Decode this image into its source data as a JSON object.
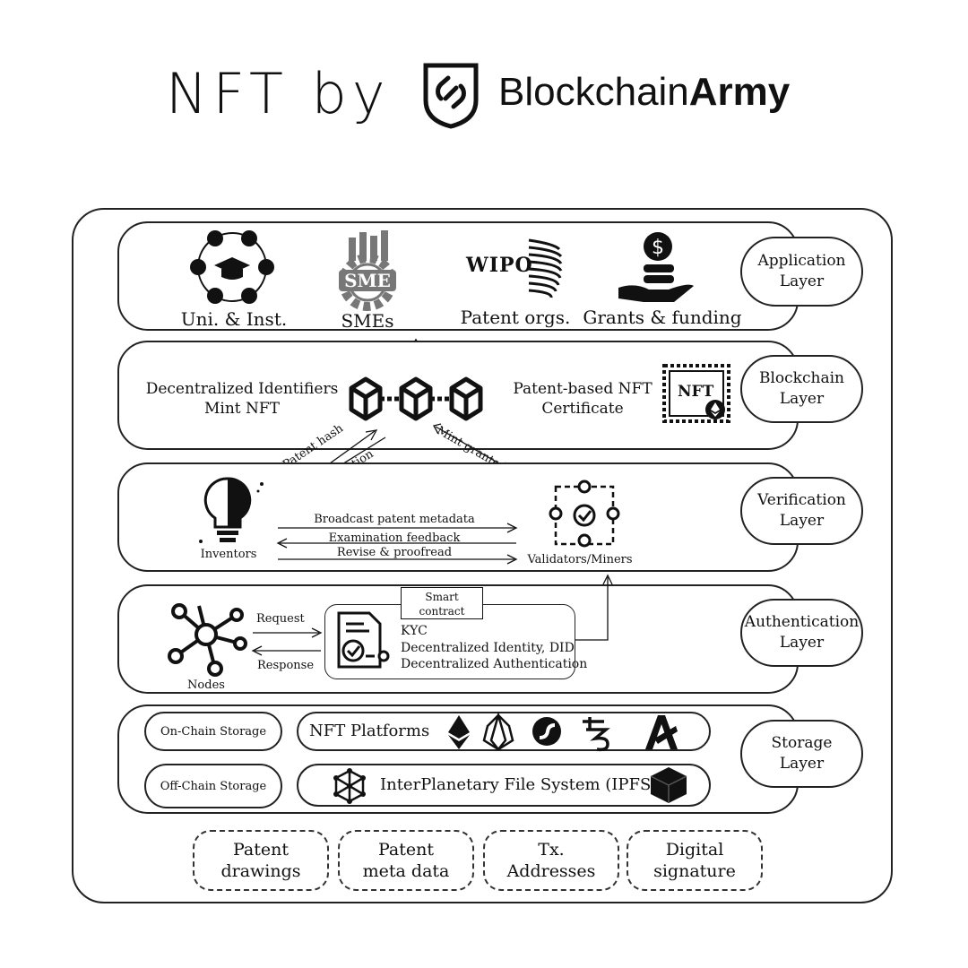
{
  "header": {
    "title_prefix": "NFT by",
    "brand_regular": "Blockchain",
    "brand_bold": "Army",
    "logo_icon": "shield-link-icon"
  },
  "layers": {
    "application": {
      "label": "Application Layer",
      "items": [
        "Uni. & Inst.",
        "SMEs",
        "Patent orgs.",
        "Grants & funding"
      ],
      "sme_badge": "SME",
      "wipo_text": "WIPO"
    },
    "blockchain": {
      "label": "Blockchain Layer",
      "left_text": [
        "Decentralized Identifiers",
        "Mint NFT"
      ],
      "right_text": [
        "Patent-based NFT",
        "Certificate"
      ],
      "nft_stamp": "NFT"
    },
    "verification": {
      "label": "Verification Layer",
      "inventors": "Inventors",
      "validators": "Validators/Miners",
      "arrows": [
        "Broadcast patent metadata",
        "Examination feedback",
        "Revise & proofread"
      ],
      "diagonal": [
        "Patent hash",
        "Confirmation",
        "Mint granted patents"
      ]
    },
    "authentication": {
      "label": "Authentication Layer",
      "nodes": "Nodes",
      "request": "Request",
      "response": "Response",
      "smart_contract": "Smart contract",
      "kyc_lines": [
        "KYC",
        "Decentralized Identity, DID",
        "Decentralized Authentication"
      ]
    },
    "storage": {
      "label": "Storage Layer",
      "on_chain": "On-Chain Storage",
      "off_chain": "Off-Chain Storage",
      "nft_platforms": "NFT Platforms",
      "ipfs": "InterPlanetary File System (IPFS)",
      "platform_icons": [
        "ethereum-icon",
        "eos-icon",
        "flow-icon",
        "tezos-icon",
        "algorand-icon"
      ]
    }
  },
  "data_items": [
    "Patent drawings",
    "Patent meta data",
    "Tx. Addresses",
    "Digital signature"
  ]
}
